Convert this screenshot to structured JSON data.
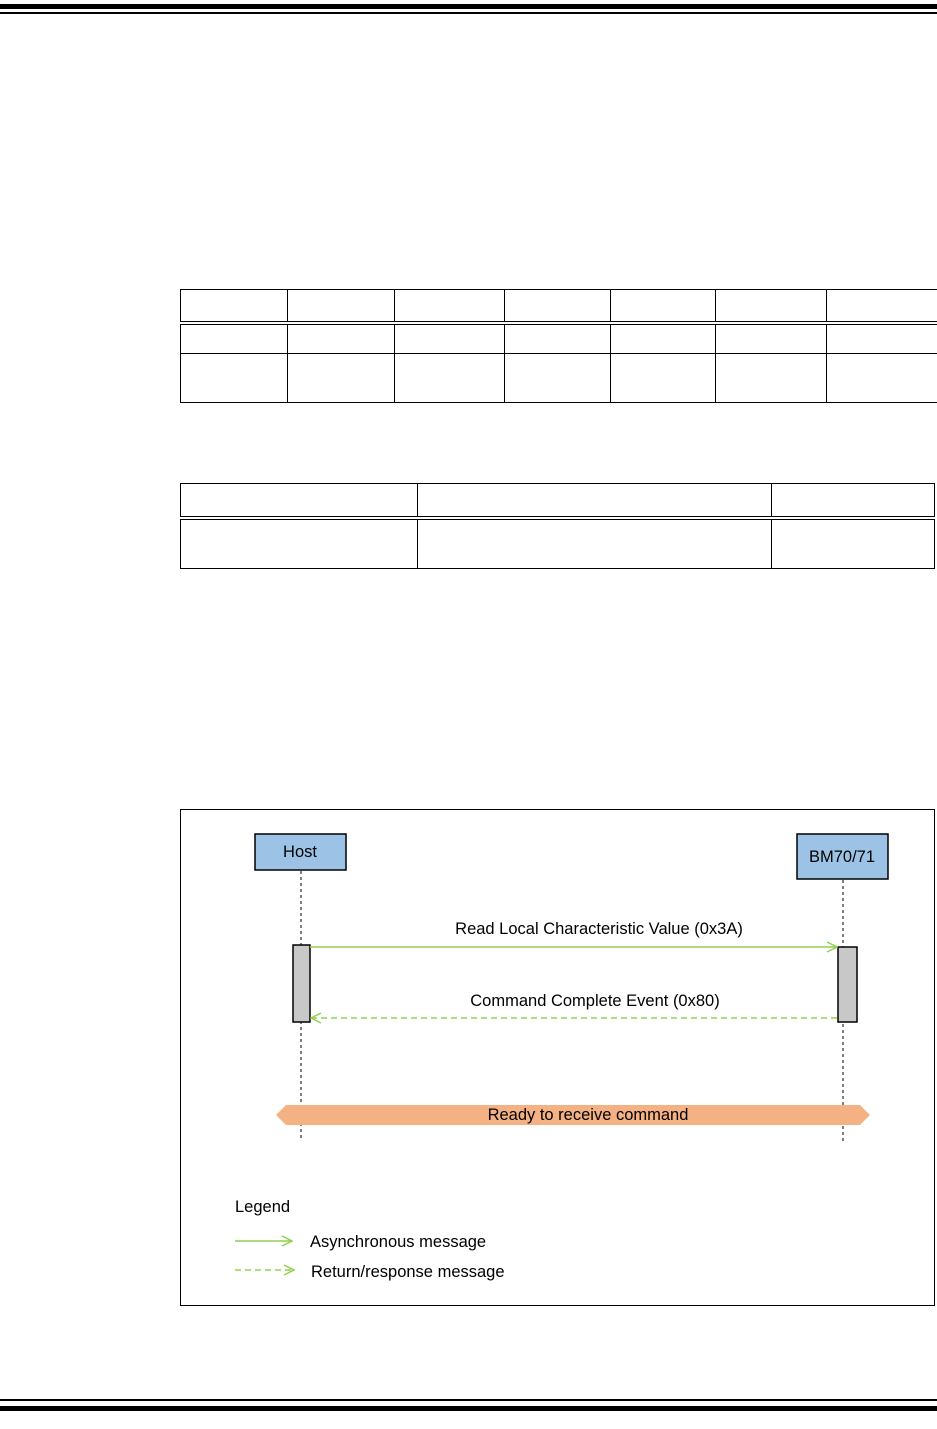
{
  "diagram": {
    "participants": {
      "host": "Host",
      "device": "BM70/71"
    },
    "messages": {
      "request": "Read Local Characteristic Value (0x3A)",
      "response": "Command Complete Event (0x80)"
    },
    "state_banner": "Ready to receive command",
    "legend": {
      "title": "Legend",
      "async": "Asynchronous message",
      "response": "Return/response message"
    },
    "colors": {
      "participant_fill": "#9cc3e6",
      "activation_fill": "#c8c8c8",
      "message_line": "#92d050",
      "banner_fill": "#f4b183"
    }
  }
}
